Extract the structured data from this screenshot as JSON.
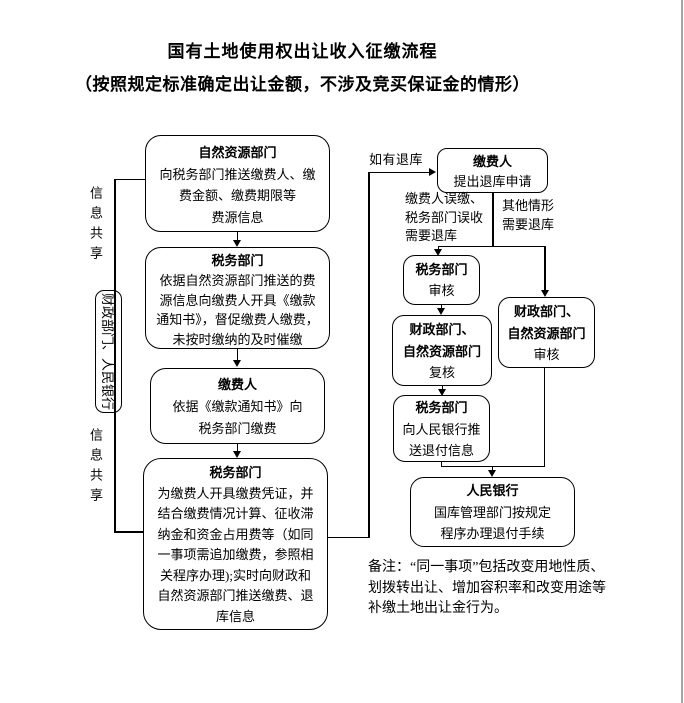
{
  "title": {
    "line1": "国有土地使用权出让收入征缴流程",
    "line2": "（按照规定标准确定出让金额，不涉及竞买保证金的情形）"
  },
  "left_flow": {
    "info_share_top": "信息共享",
    "info_share_bottom": "信息共享",
    "side_box_label": "财政部门、人民银行",
    "natural_resources": {
      "title": "自然资源部门",
      "body": "向税务部门推送缴费人、缴\n费金额、缴费期限等\n费源信息"
    },
    "tax_notice": {
      "title": "税务部门",
      "body": "依据自然资源部门推送的费\n源信息向缴费人开具《缴款\n通知书》，督促缴费人缴费，\n未按时缴纳的及时催缴"
    },
    "payer_pay": {
      "title": "缴费人",
      "body": "依据《缴款通知书》向\n税务部门缴费"
    },
    "tax_voucher": {
      "title": "税务部门",
      "body": "为缴费人开具缴费凭证，并\n结合缴费情况计算、征收滞\n纳金和资金占用费等（如同\n一事项需追加缴费，参照相\n关程序办理);实时向财政和\n自然资源部门推送缴费、退\n库信息"
    }
  },
  "right_flow": {
    "trigger_label": "如有退库",
    "branch_left_label": "缴费人误缴、\n税务部门误收\n需要退库",
    "branch_right_label": "其他情形\n需要退库",
    "payer_apply": {
      "title": "缴费人",
      "body": "提出退库申请"
    },
    "tax_review": {
      "title": "税务部门",
      "body": "审核"
    },
    "finance_recheck": {
      "title": "财政部门、\n自然资源部门",
      "body": "复核"
    },
    "finance_review": {
      "title": "财政部门、\n自然资源部门",
      "body": "审核"
    },
    "tax_refund_push": {
      "title": "税务部门",
      "body": "向人民银行推\n送退付信息"
    },
    "peoples_bank": {
      "title": "人民银行",
      "body": "国库管理部门按规定\n程序办理退付手续"
    }
  },
  "note": "备注：“同一事项”包括改变用地性质、\n划拨转出让、增加容积率和改变用途等\n补缴土地出让金行为。",
  "colors": {
    "line": "#000000",
    "page_edge": "#a6a6a6",
    "background": "#ffffff"
  }
}
